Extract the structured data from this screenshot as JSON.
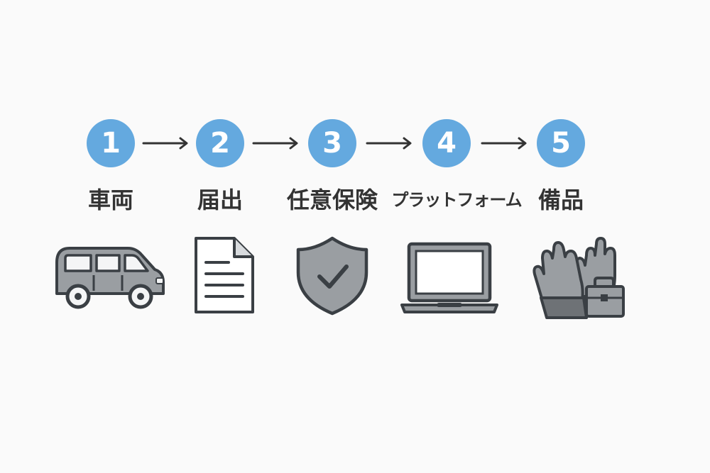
{
  "steps": [
    {
      "number": "1",
      "label": "車両",
      "icon": "car-icon"
    },
    {
      "number": "2",
      "label": "届出",
      "icon": "document-icon"
    },
    {
      "number": "3",
      "label": "任意保険",
      "icon": "shield-check-icon"
    },
    {
      "number": "4",
      "label": "プラットフォーム",
      "icon": "laptop-icon"
    },
    {
      "number": "5",
      "label": "備品",
      "icon": "gloves-icon"
    }
  ],
  "colors": {
    "badge": "#64a9df",
    "icon_fill": "#9a9ea2",
    "icon_stroke": "#3a3f44",
    "text": "#333333",
    "arrow": "#333333",
    "background": "#fafafa"
  }
}
